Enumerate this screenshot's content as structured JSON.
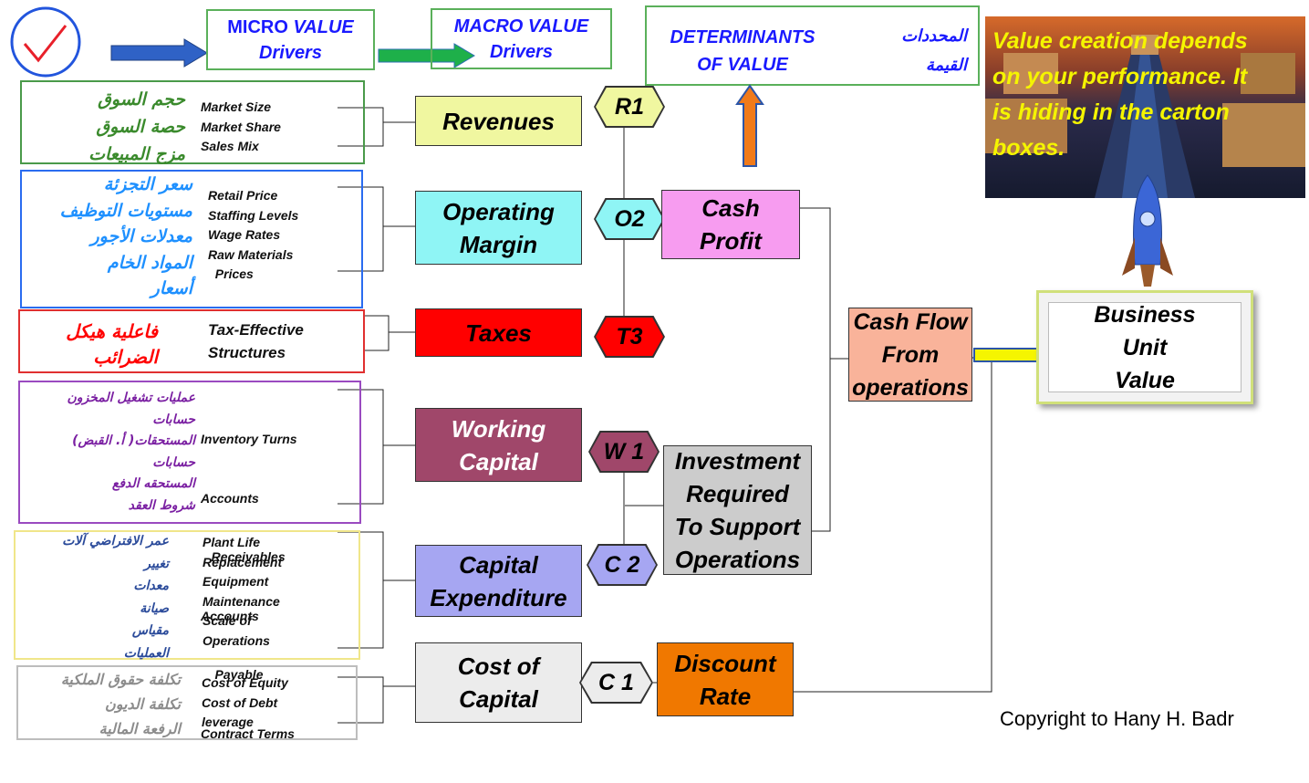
{
  "header": {
    "micro": [
      "MICRO ",
      "VALUE",
      "Drivers"
    ],
    "macro": [
      "MACRO VALUE",
      "Drivers"
    ],
    "determinants": [
      "DETERMINANTS",
      "OF VALUE"
    ],
    "determinants_ar": [
      "المحددات",
      "القيمة"
    ],
    "banner": [
      "Value creation depends",
      "on your performance. It",
      "is hiding in the  carton",
      "boxes."
    ]
  },
  "groups": {
    "revenue": {
      "ar": [
        "حجم السوق",
        "حصة السوق",
        "مزج المبيعات"
      ],
      "en": [
        "Market Size",
        "Market Share",
        "Sales Mix"
      ]
    },
    "margin": {
      "ar": [
        "سعر التجزئة",
        "مستويات التوظيف",
        "معدلات الأجور",
        "المواد الخام",
        "أسعار"
      ],
      "en": [
        "Retail Price",
        "Staffing Levels",
        "Wage Rates",
        "Raw Materials",
        "  Prices"
      ]
    },
    "tax": {
      "ar": [
        "فاعلية  هيكل",
        "الضرائب"
      ],
      "en": [
        "Tax-Effective",
        "Structures"
      ]
    },
    "wc": {
      "ar": [
        "عمليات تشغيل المخزون",
        "حسابات",
        "المستحقات( أ. القبض)",
        "حسابات",
        "المستحقه الدفع",
        "شروط العقد"
      ],
      "en": [
        "Inventory Turns",
        "Accounts",
        "   Receivables",
        "Accounts",
        "    Payable",
        "Contract Terms"
      ]
    },
    "capex": {
      "ar": [
        "عمر الافتراضي آلات",
        "تغيير",
        "معدات",
        "صيانة",
        "مقياس",
        "العمليات"
      ],
      "en": [
        "Plant Life",
        "Replacement",
        "Equipment",
        "Maintenance",
        "Scale of",
        "Operations"
      ]
    },
    "coc": {
      "ar": [
        "تكلفة حقوق الملكية",
        "تكلفة الديون",
        "الرفعة المالية"
      ],
      "en": [
        "Cost of Equity",
        "Cost of Debt",
        "leverage"
      ]
    }
  },
  "drivers": {
    "revenues": [
      "Revenues"
    ],
    "operating_margin": [
      "Operating",
      "Margin"
    ],
    "taxes": [
      "Taxes"
    ],
    "working_capital": [
      "Working",
      "Capital"
    ],
    "capital_expenditure": [
      "Capital",
      "Expenditure"
    ],
    "cost_of_capital": [
      "Cost of",
      "Capital"
    ]
  },
  "codes": {
    "r1": "R1",
    "o2": "O2",
    "t3": "T3",
    "w1": "W 1",
    "c2": "C 2",
    "c1": "C 1"
  },
  "aggregates": {
    "cash_profit": [
      "Cash",
      "Profit"
    ],
    "investment": [
      "Investment",
      "Required",
      "To Support",
      "Operations"
    ],
    "discount_rate": [
      "Discount",
      "Rate"
    ],
    "cash_flow": [
      "Cash Flow",
      "From",
      "operations"
    ],
    "business_unit": [
      "Business",
      "Unit",
      "Value"
    ]
  },
  "copyright": "Copyright to Hany H. Badr",
  "colors": {
    "revenues": "#f0f7a0",
    "operating_margin": "#8ff5f5",
    "taxes": "#ff0000",
    "working_capital": "#a0476a",
    "capital_expenditure": "#a6a6f2",
    "cost_of_capital": "#ececec",
    "cash_profit": "#f79cf0",
    "investment": "#cccccc",
    "discount_rate": "#f07800",
    "cash_flow": "#f9b39a",
    "green_text": "#3a8a2c",
    "blue_text": "#1e90ff",
    "purple_text": "#7a1fa2",
    "banner_text": "#f5f500",
    "header_text": "#1a1aff"
  },
  "icons": [
    "checkmark-circle-icon",
    "arrow-right-icon",
    "arrow-up-icon",
    "rocket-icon"
  ]
}
